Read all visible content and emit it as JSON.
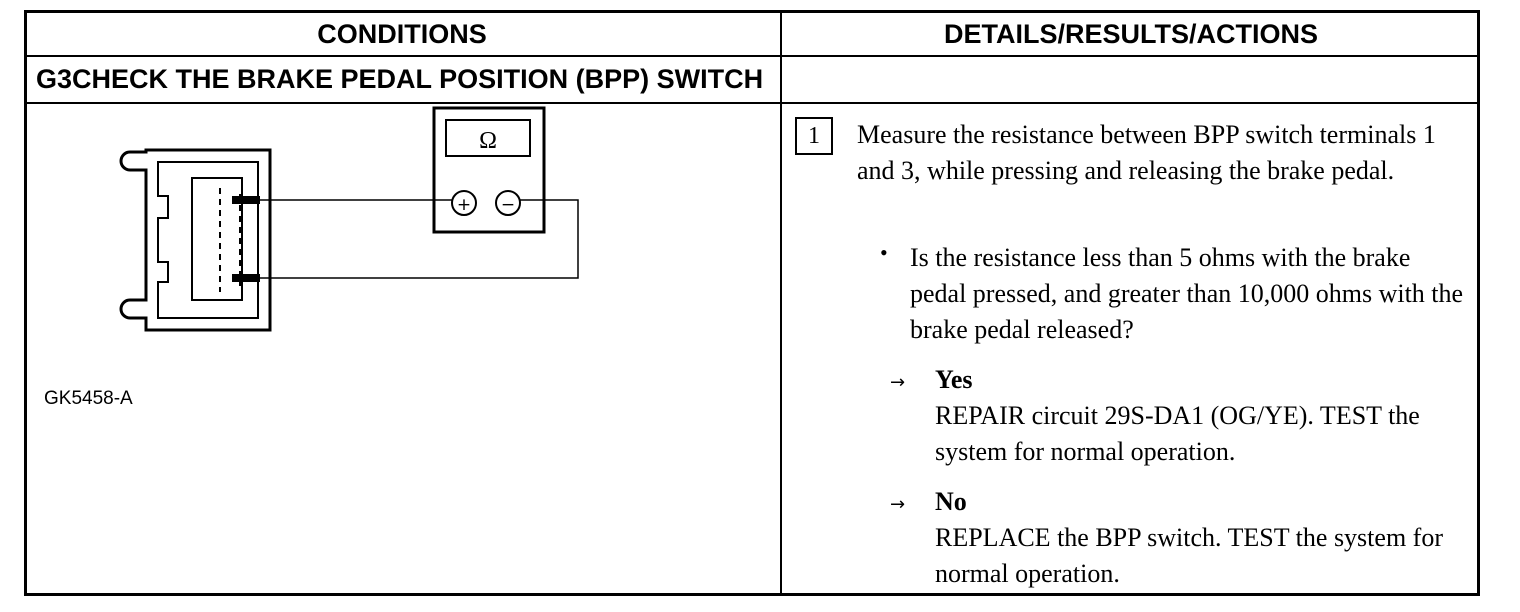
{
  "header": {
    "conditions": "CONDITIONS",
    "details": "DETAILS/RESULTS/ACTIONS"
  },
  "test": {
    "id": "G3",
    "title": "CHECK THE BRAKE PEDAL POSITION (BPP) SWITCH"
  },
  "figure": {
    "label": "GK5458-A",
    "meter_symbol": "Ω",
    "plus": "+",
    "minus": "−"
  },
  "step": {
    "number": "1",
    "instruction": "Measure the resistance between BPP switch terminals 1 and 3, while pressing and releasing the brake pedal.",
    "question": "Is the resistance less than 5 ohms with the brake pedal pressed, and greater than 10,000 ohms with the brake pedal released?",
    "arrow": "→",
    "yes_label": "Yes",
    "yes_action": "REPAIR circuit 29S-DA1 (OG/YE). TEST the system for normal operation.",
    "no_label": "No",
    "no_action": "REPLACE the BPP switch. TEST the system for normal operation."
  }
}
